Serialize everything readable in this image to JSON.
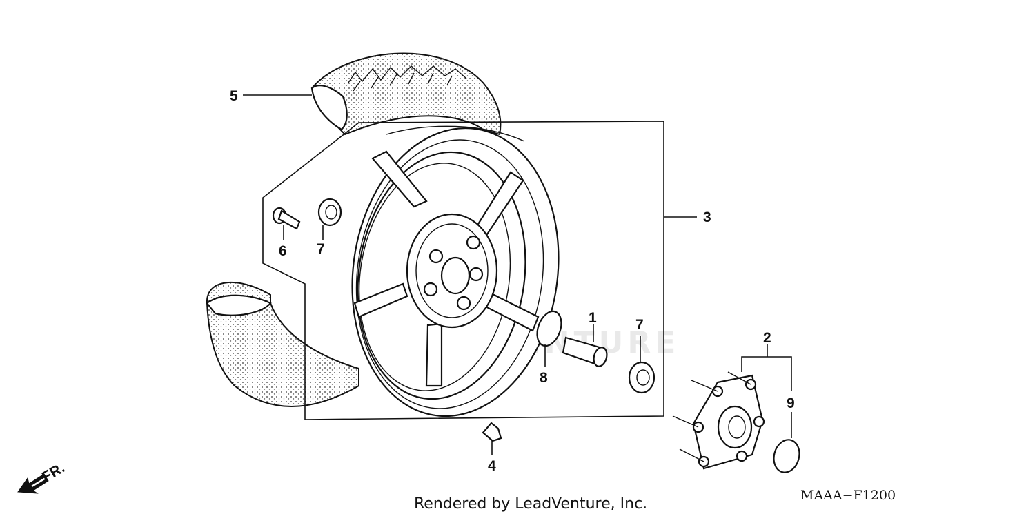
{
  "diagram": {
    "callouts": {
      "c1": "1",
      "c2": "2",
      "c3": "3",
      "c4": "4",
      "c5": "5",
      "c6": "6",
      "c7a": "7",
      "c7b": "7",
      "c8": "8",
      "c9": "9"
    },
    "direction_label": "FR.",
    "watermark": "LEADVENTURE",
    "diagram_code": "MAAA−F1200",
    "rendered_by": "Rendered by LeadVenture, Inc."
  }
}
